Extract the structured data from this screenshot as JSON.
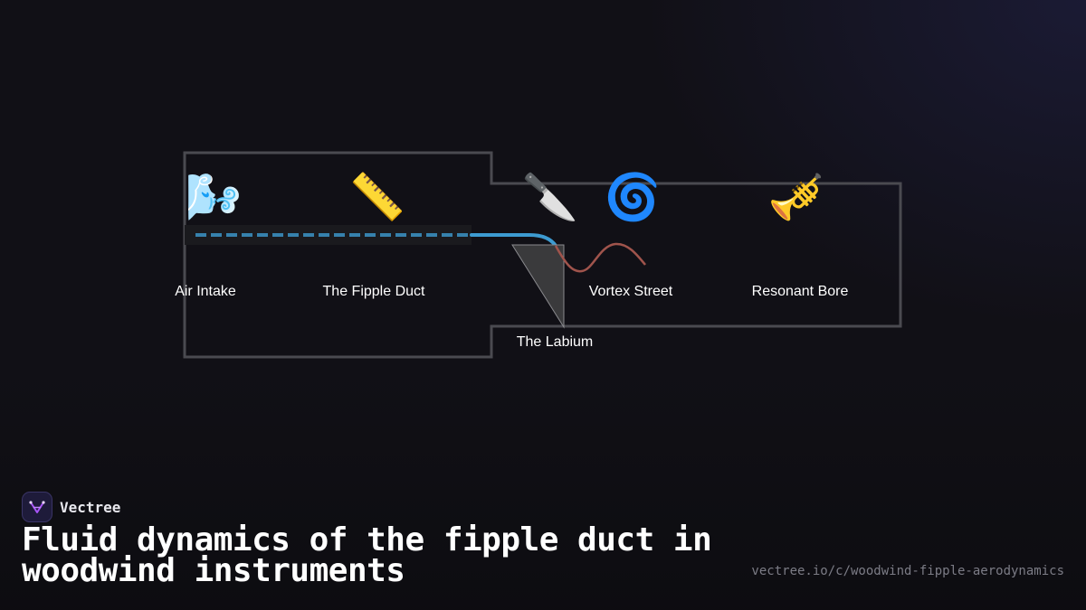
{
  "diagram": {
    "nodes": [
      {
        "id": "air-intake",
        "label": "Air Intake",
        "icon": "wind-blowing-face-icon",
        "glyph": "🌬️"
      },
      {
        "id": "fipple-duct",
        "label": "The Fipple Duct",
        "icon": "ruler-icon",
        "glyph": "📏"
      },
      {
        "id": "labium",
        "label": "The Labium",
        "icon": "kitchen-knife-icon",
        "glyph": "🔪"
      },
      {
        "id": "vortex-street",
        "label": "Vortex Street",
        "icon": "cyclone-icon",
        "glyph": "🌀"
      },
      {
        "id": "resonant-bore",
        "label": "Resonant Bore",
        "icon": "trumpet-icon",
        "glyph": "🎺"
      }
    ],
    "colors": {
      "outline": "#4a4a50",
      "airstream": "#3d9bd1",
      "vortex_wave": "#a0544c",
      "labium_fill": "#3a3a3c",
      "labium_stroke": "#8a8a8e",
      "duct_fill": "#1a1a1e"
    }
  },
  "brand": {
    "name": "Vectree",
    "logo_icon": "vectree-logo-icon",
    "accent": "#a855f7"
  },
  "page": {
    "title": "Fluid dynamics of the fipple duct in woodwind instruments",
    "url": "vectree.io/c/woodwind-fipple-aerodynamics"
  }
}
